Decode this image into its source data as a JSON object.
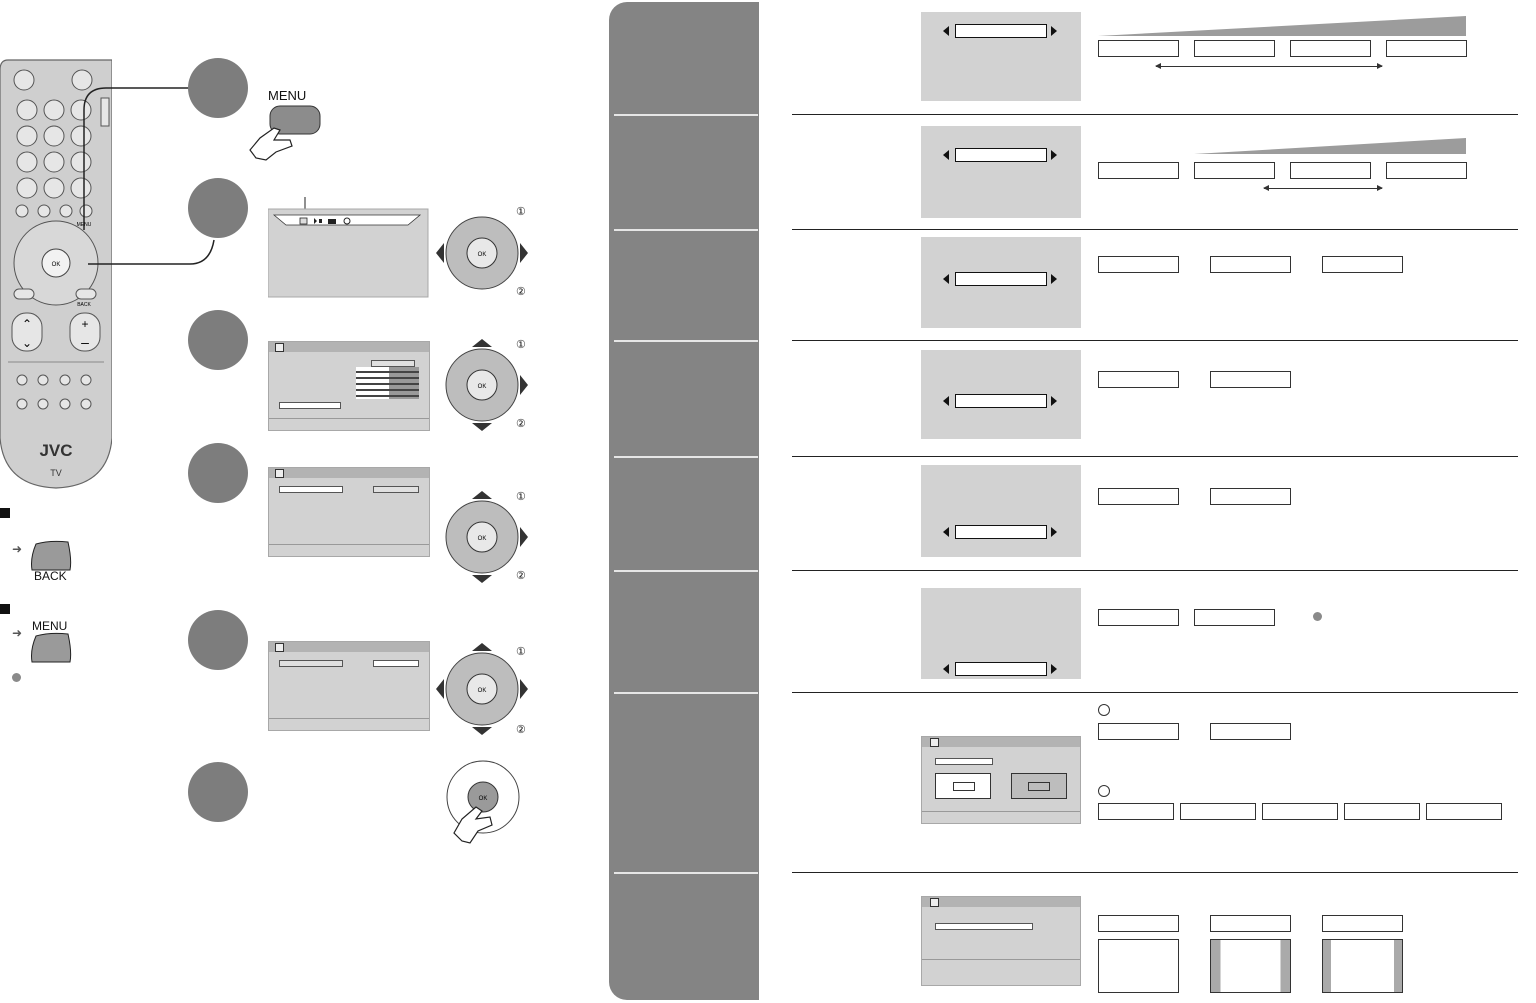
{
  "remote": {
    "brand": "JVC",
    "tv_label": "TV",
    "menu_small": "MENU",
    "back_small": "BACK",
    "ok_small": "OK"
  },
  "buttons": {
    "menu": "MENU",
    "back": "BACK",
    "ok": "OK"
  },
  "circled": {
    "one": "①",
    "two": "②"
  },
  "colors": {
    "step_circle": "#7d7d7d",
    "side_panel": "#848484",
    "screen": "#d2d2d2",
    "wedge": "#9c9c9c"
  }
}
